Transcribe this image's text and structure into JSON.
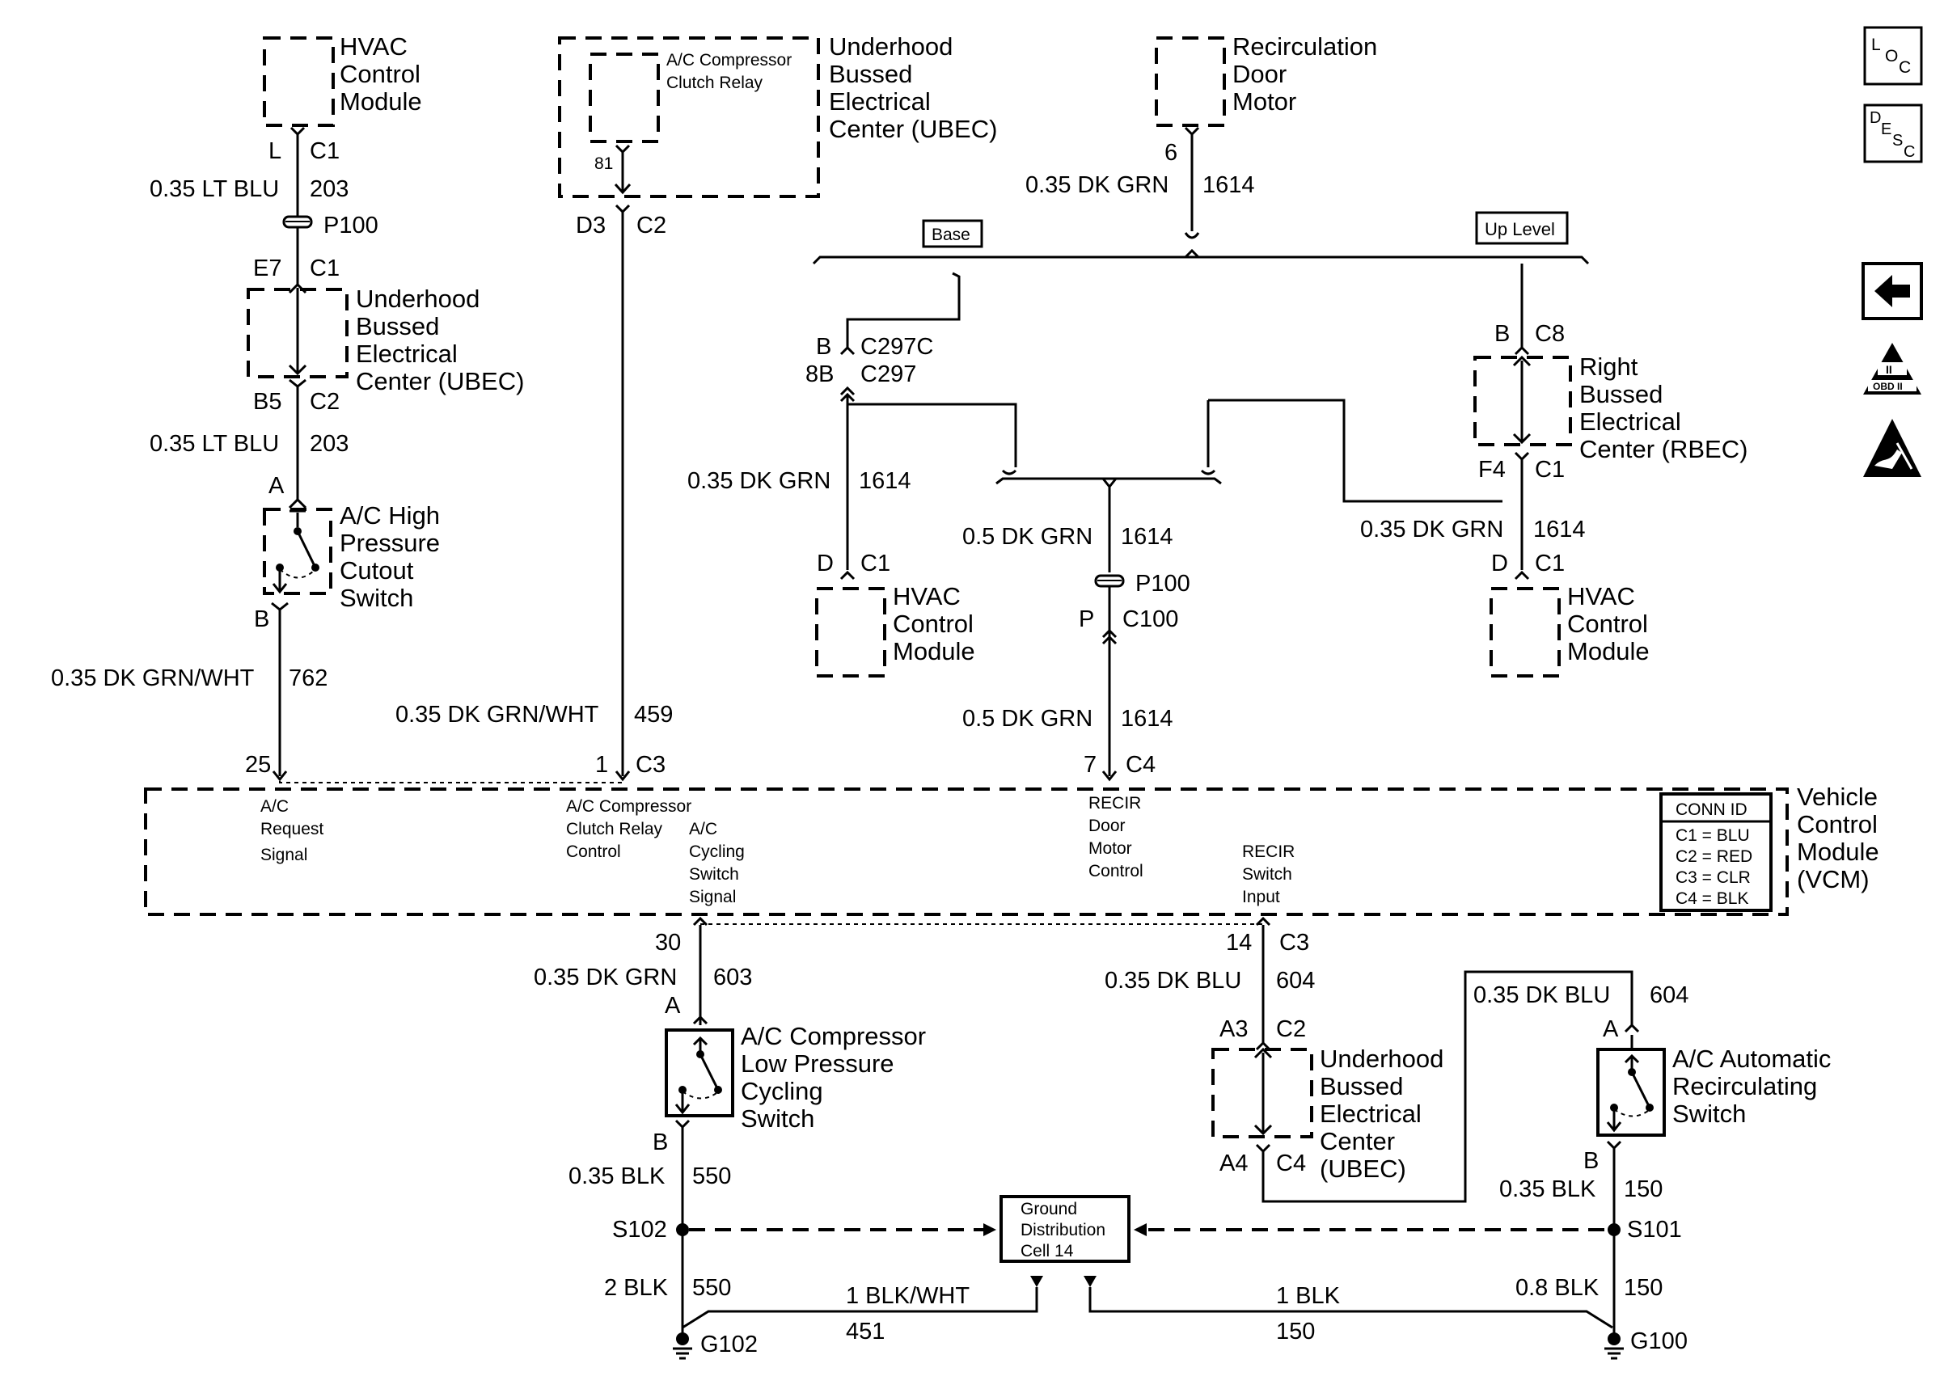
{
  "hvac_top": {
    "lines": [
      "HVAC",
      "Control",
      "Module"
    ],
    "pin": "L",
    "conn": "C1"
  },
  "w_203_top": {
    "gauge": "0.35 LT BLU",
    "circuit": "203"
  },
  "p100_left": "P100",
  "ubec_left": {
    "lines": [
      "Underhood",
      "Bussed",
      "Electrical",
      "Center (UBEC)"
    ],
    "pin_top": "E7",
    "conn_top": "C1",
    "pin_bot": "B5",
    "conn_bot": "C2"
  },
  "w_203_bot": {
    "gauge": "0.35 LT BLU",
    "circuit": "203"
  },
  "hp_switch": {
    "lines": [
      "A/C High",
      "Pressure",
      "Cutout",
      "Switch"
    ],
    "pin_top": "A",
    "pin_bot": "B"
  },
  "w_762": {
    "gauge": "0.35 DK GRN/WHT",
    "circuit": "762"
  },
  "ubec_relay": {
    "relay": [
      "A/C Compressor",
      "Clutch Relay"
    ],
    "lines": [
      "Underhood",
      "Bussed",
      "Electrical",
      "Center (UBEC)"
    ],
    "pin": "81",
    "pin2": "D3",
    "conn2": "C2"
  },
  "w_459": {
    "gauge": "0.35 DK GRN/WHT",
    "circuit": "459"
  },
  "recirc_motor": {
    "lines": [
      "Recirculation",
      "Door",
      "Motor"
    ],
    "pin": "6"
  },
  "w_1614_top": {
    "gauge": "0.35 DK GRN",
    "circuit": "1614"
  },
  "option_base": "Base",
  "option_up": "Up Level",
  "c297": {
    "pin1": "B",
    "conn1": "C297C",
    "pin2": "8B",
    "conn2": "C297"
  },
  "w_1614_mid_left": {
    "gauge": "0.35 DK GRN",
    "circuit": "1614"
  },
  "hvac_mid_left": {
    "lines": [
      "HVAC",
      "Control",
      "Module"
    ],
    "pin": "D",
    "conn": "C1"
  },
  "w_1614_center": {
    "gauge": "0.5 DK GRN",
    "circuit": "1614"
  },
  "p100_center": "P100",
  "c100": {
    "pin": "P",
    "conn": "C100"
  },
  "w_1614_center_low": {
    "gauge": "0.5 DK GRN",
    "circuit": "1614"
  },
  "rbec": {
    "lines": [
      "Right",
      "Bussed",
      "Electrical",
      "Center (RBEC)"
    ],
    "pin_top": "B",
    "conn_top": "C8",
    "pin_bot": "F4",
    "conn_bot": "C1"
  },
  "w_1614_right": {
    "gauge": "0.35 DK GRN",
    "circuit": "1614"
  },
  "hvac_mid_right": {
    "lines": [
      "HVAC",
      "Control",
      "Module"
    ],
    "pin": "D",
    "conn": "C1"
  },
  "vcm": {
    "lines": [
      "Vehicle",
      "Control",
      "Module",
      "(VCM)"
    ],
    "pin_ac_req": "25",
    "pin_relay": "1",
    "conn_relay": "C3",
    "pin_recir": "7",
    "conn_recir": "C4",
    "pin_cyc": "30",
    "pin_recir_in": "14",
    "conn_recir_in": "C3",
    "sig_ac_request": [
      "A/C",
      "Request",
      "Signal"
    ],
    "sig_relay": [
      "A/C Compressor",
      "Clutch Relay",
      "Control"
    ],
    "sig_cycling": [
      "A/C",
      "Cycling",
      "Switch",
      "Signal"
    ],
    "sig_recir_motor": [
      "RECIR",
      "Door",
      "Motor",
      "Control"
    ],
    "sig_recir_input": [
      "RECIR",
      "Switch",
      "Input"
    ],
    "conn_id_title": "CONN ID",
    "conn_id": [
      "C1 = BLU",
      "C2 = RED",
      "C3 = CLR",
      "C4 = BLK"
    ]
  },
  "w_603": {
    "gauge": "0.35 DK GRN",
    "circuit": "603"
  },
  "lp_switch": {
    "lines": [
      "A/C Compressor",
      "Low Pressure",
      "Cycling",
      "Switch"
    ],
    "pin_top": "A",
    "pin_bot": "B"
  },
  "w_550_top": {
    "gauge": "0.35 BLK",
    "circuit": "550"
  },
  "s102": "S102",
  "w_550_bot": {
    "gauge": "2 BLK",
    "circuit": "550"
  },
  "g102": "G102",
  "w_604_left": {
    "gauge": "0.35 DK BLU",
    "circuit": "604"
  },
  "ubec_bottom": {
    "lines": [
      "Underhood",
      "Bussed",
      "Electrical",
      "Center",
      "(UBEC)"
    ],
    "pin_top": "A3",
    "conn_top": "C2",
    "pin_bot": "A4",
    "conn_bot": "C4"
  },
  "w_604_right": {
    "gauge": "0.35 DK BLU",
    "circuit": "604"
  },
  "recirc_switch": {
    "lines": [
      "A/C Automatic",
      "Recirculating",
      "Switch"
    ],
    "pin_top": "A",
    "pin_bot": "B"
  },
  "w_150_top": {
    "gauge": "0.35 BLK",
    "circuit": "150"
  },
  "s101": "S101",
  "w_150_bot": {
    "gauge": "0.8 BLK",
    "circuit": "150"
  },
  "g100": "G100",
  "gdc": {
    "lines": [
      "Ground",
      "Distribution",
      "Cell 14"
    ]
  },
  "w_451": {
    "gauge": "1 BLK/WHT",
    "circuit": "451"
  },
  "w_150_gdc": {
    "gauge": "1 BLK",
    "circuit": "150"
  },
  "icons": {
    "loc": {
      "l": "L",
      "o": "O",
      "c": "C"
    },
    "desc": {
      "d": "D",
      "e": "E",
      "s": "S",
      "c": "C"
    },
    "back_arrow": "back-arrow-icon",
    "obd": {
      "label": "OBD II",
      "mark": "II"
    },
    "esd": "esd-warning-icon"
  }
}
